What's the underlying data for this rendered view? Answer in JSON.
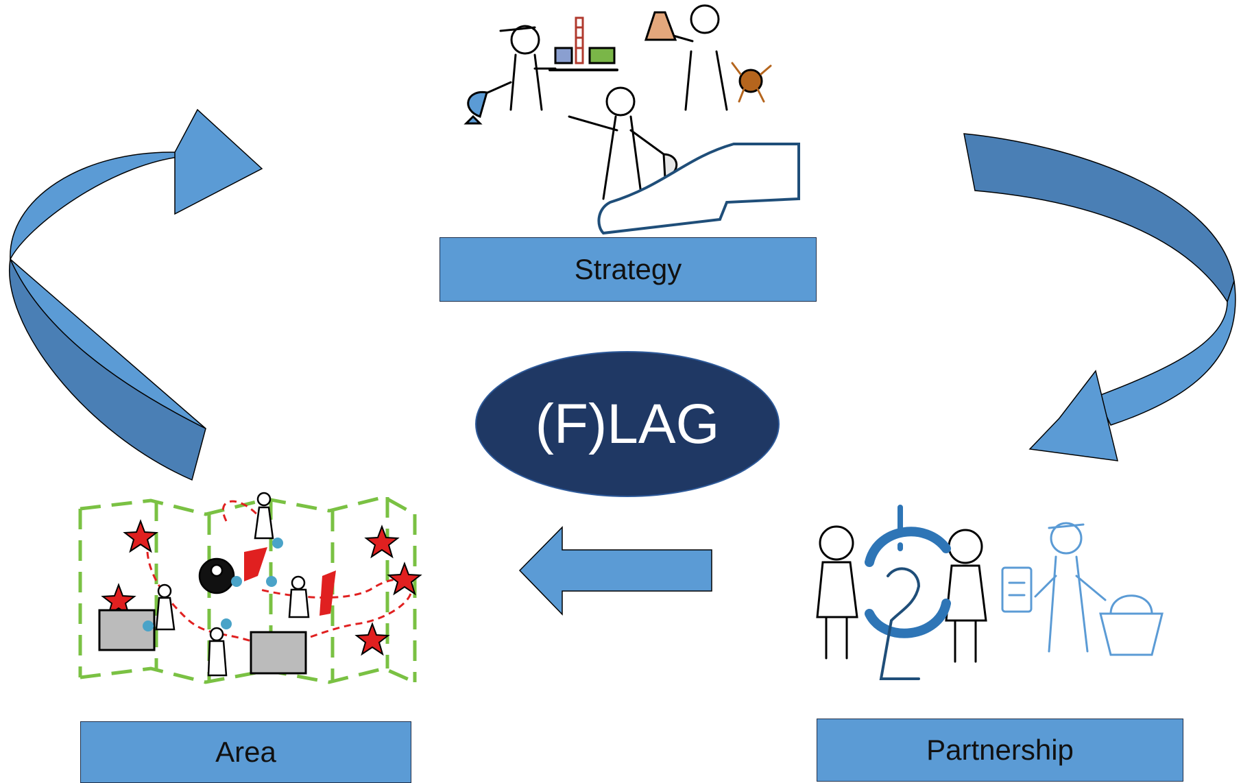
{
  "center": {
    "label": "(F)LAG",
    "fill": "#1f3864"
  },
  "boxes": {
    "strategy": "Strategy",
    "area": "Area",
    "partnership": "Partnership",
    "fill": "#5b9bd5"
  },
  "arrows": {
    "fill": "#5b9bd5",
    "shade": "#4a7fb5",
    "outline": "#000000"
  },
  "icons": {
    "strategy": [
      "fisher-with-fish-icon",
      "lighthouse-factory-tray-icon",
      "scientist-flask-crab-icon",
      "person-pointing-icon",
      "hand-holding-fish-icon"
    ],
    "area": [
      "dashed-folded-map-icon",
      "red-star-icon",
      "fish-market-photo-icon",
      "person-figure-icon",
      "red-route-icon"
    ],
    "partnership": [
      "fishwife-figure-icon",
      "circular-arrows-fish-icon",
      "exclamation-icon",
      "shop-sign-icon",
      "shopper-basket-icon"
    ]
  }
}
